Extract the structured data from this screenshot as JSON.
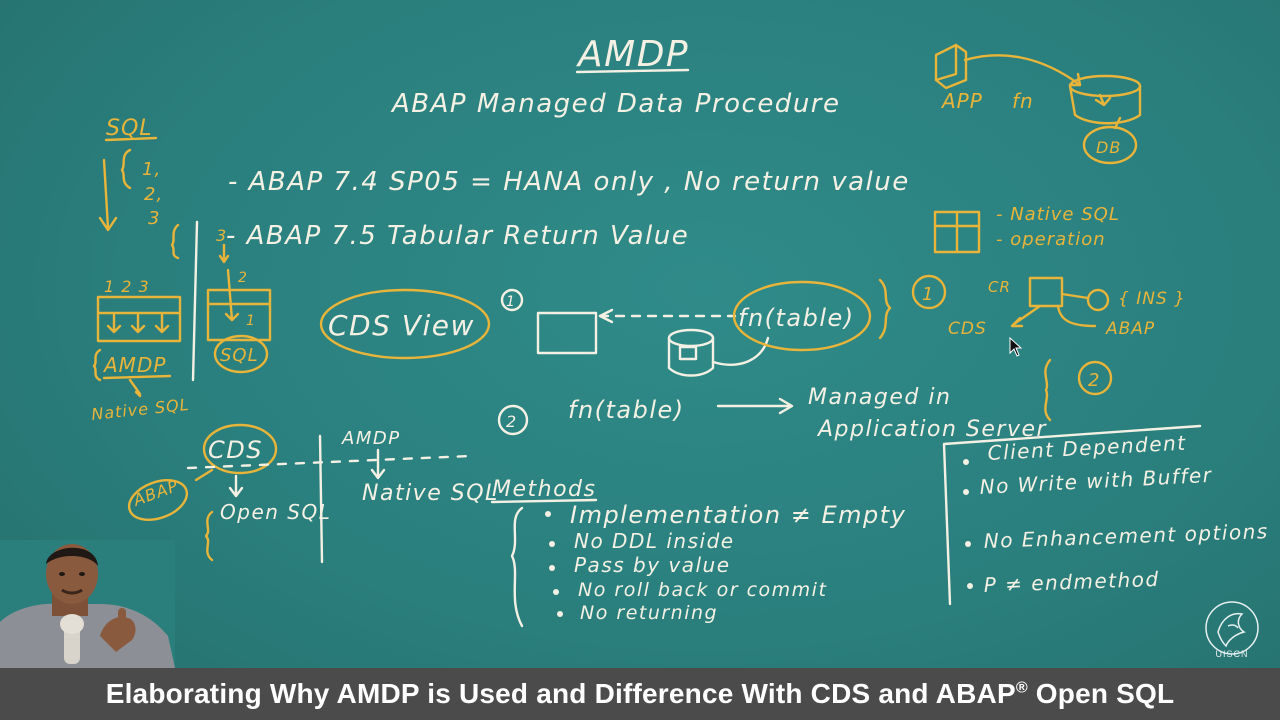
{
  "board": {
    "title": "AMDP",
    "subtitle": "ABAP Managed Data Procedure",
    "top_right": {
      "app_label": "APP",
      "fn_label": "fn",
      "db_label": "DB"
    },
    "sql_column": {
      "heading": "SQL",
      "steps": [
        "1,",
        "2,",
        "3"
      ],
      "box_numbers": "1 2 3",
      "amdp_label": "AMDP",
      "native_sql_label": "Native SQL",
      "side_numbers": [
        "3",
        "2",
        "1"
      ],
      "sql_circle_label": "SQL"
    },
    "versions": {
      "line1": "- ABAP 7.4 SP05 = HANA only , No return value",
      "line2": "- ABAP 7.5  Tabular Return Value"
    },
    "right_notes": {
      "native_sql": "- Native SQL",
      "operation": "- operation",
      "circle_1": "1",
      "circle_2": "2",
      "cr": "CR",
      "cds": "CDS",
      "ins": "{ INS }",
      "abap": "ABAP"
    },
    "middle": {
      "cds_view": "CDS View",
      "marker_1": "1",
      "fn_table": "fn(table)",
      "marker_2": "2",
      "fn_table_2": "fn(table)",
      "managed_in": "Managed in",
      "app_server": "Application Server"
    },
    "bottom_left": {
      "cds": "CDS",
      "abap": "ABAP",
      "open_sql": "Open SQL",
      "amdp": "AMDP",
      "native_sql": "Native SQL"
    },
    "methods": {
      "heading": "Methods",
      "items": [
        "Implementation ≠ Empty",
        "No DDL inside",
        "Pass by value",
        "No roll back or commit",
        "No returning"
      ]
    },
    "right_box": {
      "items": [
        "Client Dependent",
        "No Write with Buffer",
        "No Enhancement options",
        "P ≠ endmethod"
      ]
    }
  },
  "caption": {
    "text": "Elaborating Why AMDP is Used and Difference With CDS and ABAP",
    "registered": "®",
    "text_tail": " Open SQL"
  },
  "logo": {
    "text": "UISCN"
  },
  "colors": {
    "board": "#2a7f7d",
    "chalk_white": "#f4f1e4",
    "chalk_yellow": "#e8b43a",
    "caption_bar": "#4b4b4b"
  }
}
